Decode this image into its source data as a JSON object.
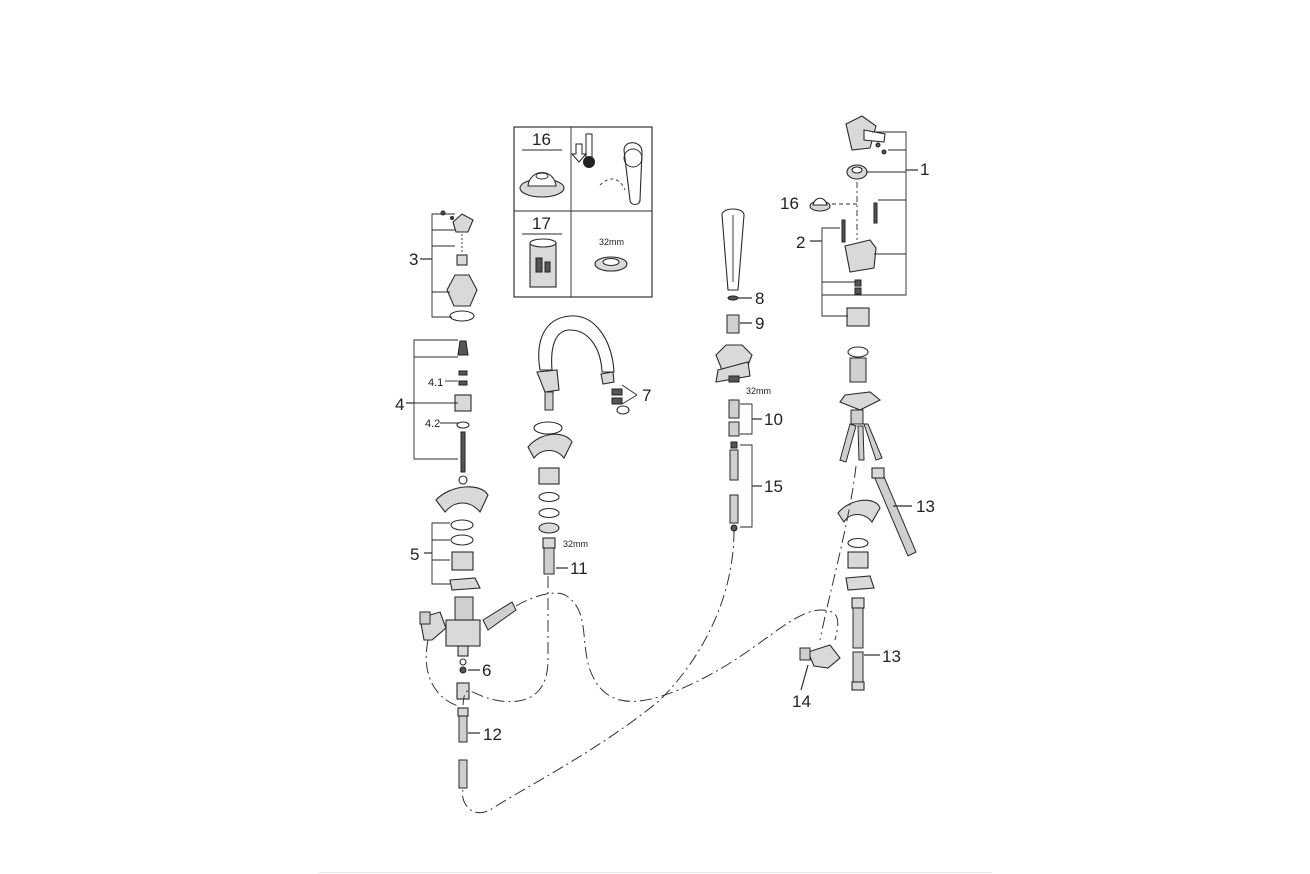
{
  "callouts": {
    "n1": "1",
    "n2": "2",
    "n3": "3",
    "n4": "4",
    "n4_1": "4.1",
    "n4_2": "4.2",
    "n5": "5",
    "n6": "6",
    "n7": "7",
    "n8": "8",
    "n9": "9",
    "n10": "10",
    "n11": "11",
    "n12": "12",
    "n13a": "13",
    "n13b": "13",
    "n14": "14",
    "n15": "15",
    "n16": "16"
  },
  "inset": {
    "cell16_label": "16",
    "cell17_label": "17",
    "wrench_size": "32mm"
  },
  "sizes": {
    "spout_nut": "32mm",
    "handshower_nut": "32mm"
  }
}
